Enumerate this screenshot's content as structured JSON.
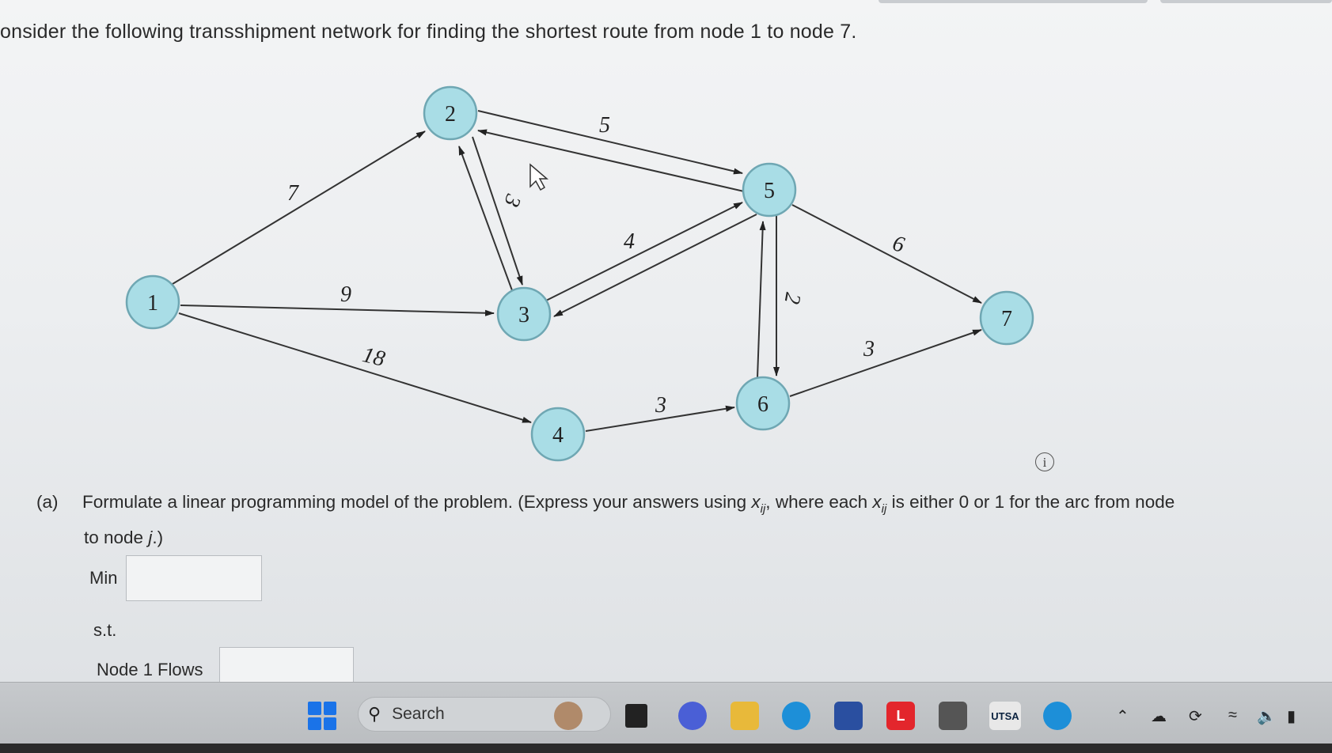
{
  "question": {
    "text": "onsider the following transshipment network for finding the shortest route from node 1 to node 7."
  },
  "network": {
    "nodes": [
      "1",
      "2",
      "3",
      "4",
      "5",
      "6",
      "7"
    ],
    "weights": [
      "7",
      "9",
      "18",
      "3",
      "5",
      "4",
      "3",
      "2",
      "6",
      "3"
    ]
  },
  "part_a": {
    "tag": "(a)",
    "text_1": "Formulate a linear programming model of the problem. (Express your answers using ",
    "var_x": "x",
    "sub_ij": "ij",
    "comma": ",",
    "text_2": " where each ",
    "text_3": " is either 0 or 1 for the arc from node",
    "text_4": "to node ",
    "var_j": "j",
    "text_5": ".)"
  },
  "form": {
    "min_label": "Min",
    "st_label": "s.t.",
    "node1_label": "Node 1 Flows"
  },
  "taskbar": {
    "search_text": "Search",
    "lenovo_letter": "L",
    "utsa_text": "UTSA"
  },
  "colors": {
    "node_fill": "#a9dde6",
    "node_stroke": "#6fa7b3",
    "windows_blue": "#1a73e8",
    "lenovo_red": "#e3262c"
  }
}
